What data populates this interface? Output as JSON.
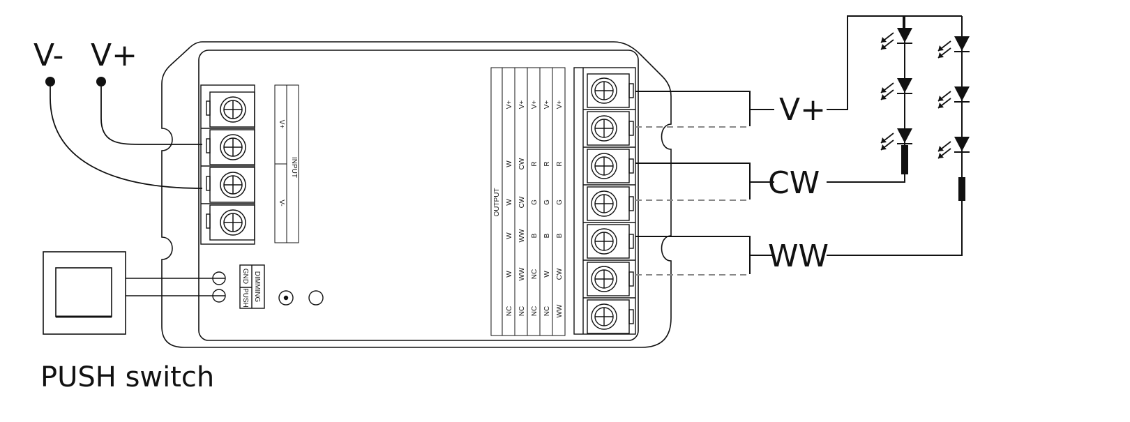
{
  "supply": {
    "neg_label": "V-",
    "pos_label": "V+"
  },
  "input_block": {
    "title": "INPUT",
    "vplus": "V+",
    "vminus": "V-"
  },
  "dimming": {
    "title": "DIMMING",
    "gnd": "GND",
    "push": "PUSH"
  },
  "output_table": {
    "title": "OUTPUT",
    "columns": [
      [
        "V+",
        "W",
        "W",
        "W",
        "W",
        "NC"
      ],
      [
        "V+",
        "CW",
        "CW",
        "WW",
        "WW",
        "NC"
      ],
      [
        "V+",
        "R",
        "G",
        "B",
        "NC",
        "NC"
      ],
      [
        "V+",
        "R",
        "G",
        "B",
        "W",
        "NC"
      ],
      [
        "V+",
        "R",
        "G",
        "B",
        "CW",
        "WW"
      ]
    ]
  },
  "outputs": {
    "vplus": "V+",
    "cw": "CW",
    "ww": "WW"
  },
  "caption": "PUSH switch",
  "colors": {
    "line": "#111111",
    "dashed": "#888888"
  }
}
